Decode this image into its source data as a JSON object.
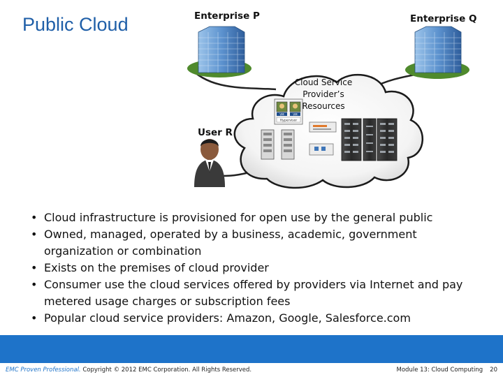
{
  "slide": {
    "title": "Public Cloud"
  },
  "diagram": {
    "enterprise_p": "Enterprise P",
    "enterprise_q": "Enterprise Q",
    "user_r": "User R",
    "cloud_label": [
      "Cloud Service",
      "Provider’s",
      "Resources"
    ],
    "vm_label": "VM",
    "hypervisor_label": "Hypervisor"
  },
  "bullets": [
    "Cloud infrastructure is provisioned for open use by the general public",
    "Owned, managed, operated by a business, academic, government organization or combination",
    "Exists on the premises of cloud provider",
    "Consumer use the cloud services offered by providers via Internet and pay metered usage charges or subscription fees",
    "Popular cloud service providers: Amazon, Google, Salesforce.com"
  ],
  "footer": {
    "brand": "EMC Proven Professional.",
    "copyright": " Copyright © 2012 EMC Corporation. All Rights Reserved.",
    "module": "Module 13: Cloud Computing",
    "page": "20"
  },
  "colors": {
    "title": "#1f5fa8",
    "footer_bar": "#1e73c9"
  }
}
